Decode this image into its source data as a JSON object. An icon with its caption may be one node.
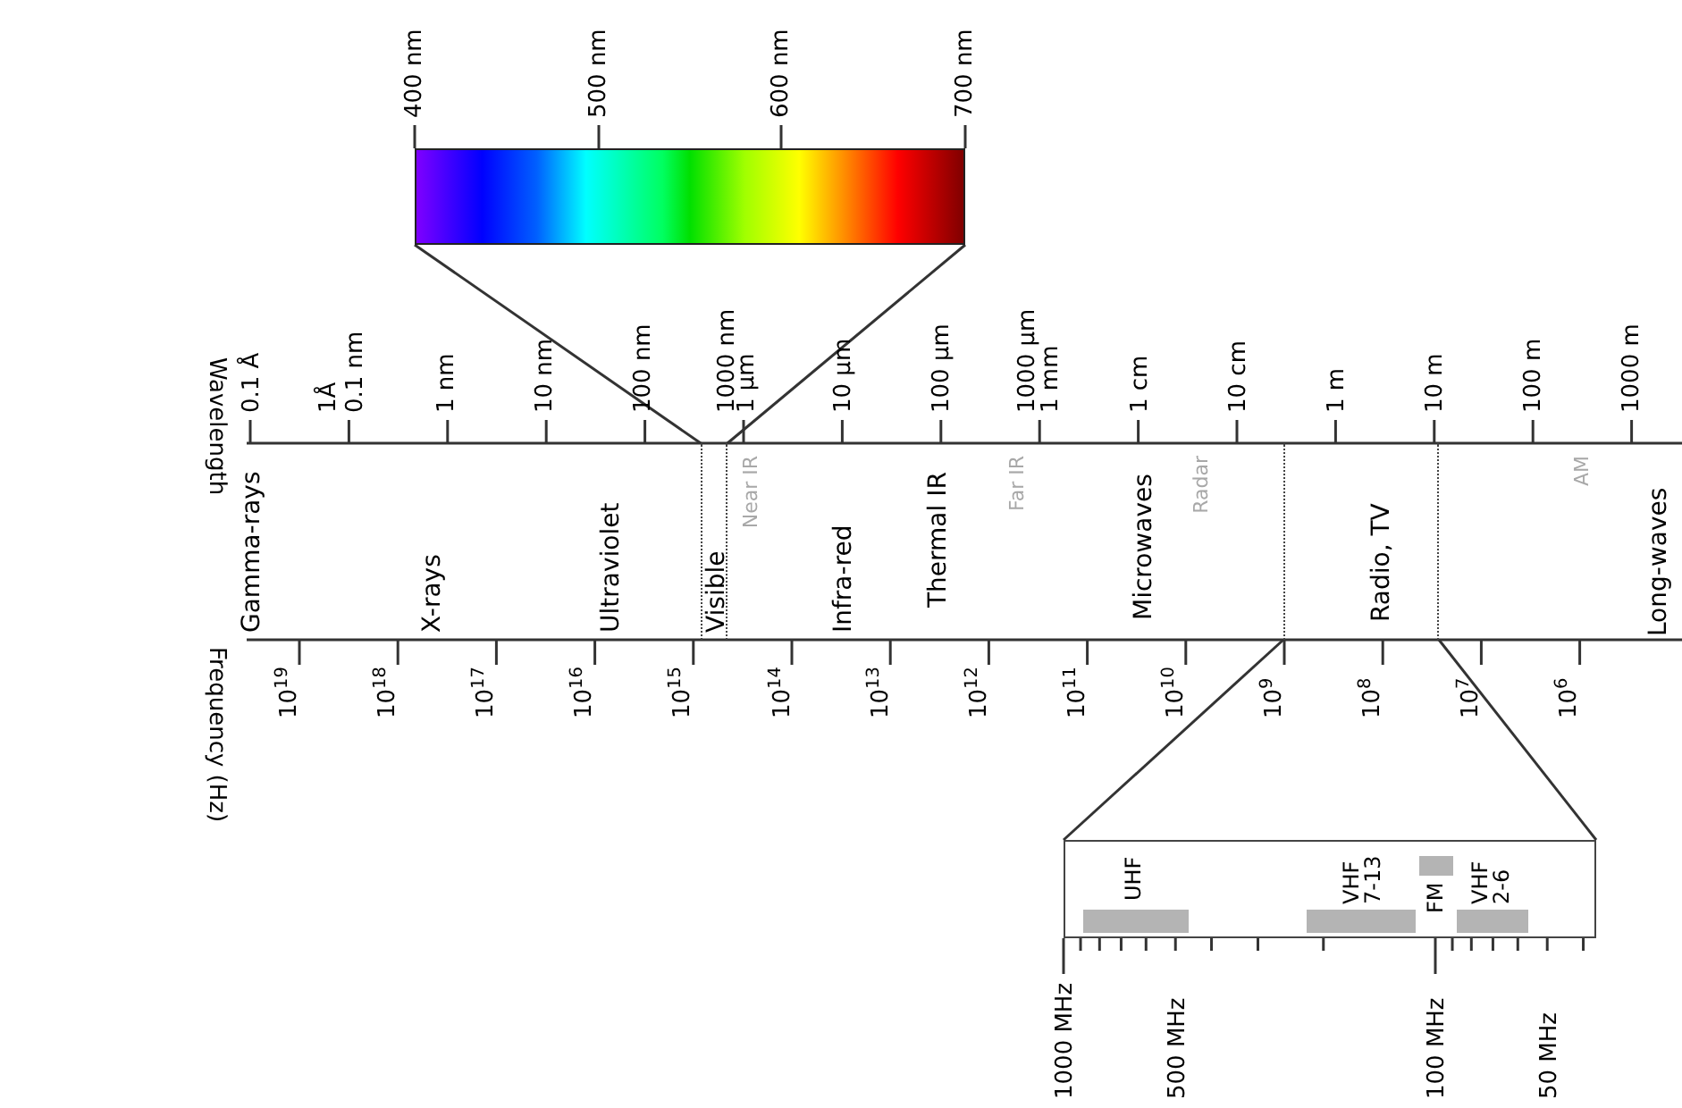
{
  "diagram": {
    "nodes": [
      {
        "text": [],
        "shape": "bar"
      },
      {
        "text": [
          "Visible"
        ]
      },
      {
        "text": [
          "Radio, TV"
        ]
      },
      {
        "text": [
          "UHF",
          "VHF 7-13",
          "FM",
          "VHF 2-6"
        ]
      }
    ],
    "edges": [
      {
        "from": 0,
        "to": 1,
        "arrow": "none"
      },
      {
        "from": 0,
        "to": 1,
        "arrow": "none"
      },
      {
        "from": 2,
        "to": 3,
        "arrow": "none"
      },
      {
        "from": 2,
        "to": 3,
        "arrow": "none"
      }
    ],
    "labels": [
      "400 nm",
      "500 nm",
      "600 nm",
      "700 nm",
      "Wavelength",
      "0.1 Å",
      "1Å",
      "0.1 nm",
      "1 nm",
      "10 nm",
      "100 nm",
      "1000 nm",
      "1 µm",
      "10 µm",
      "100 µm",
      "1000 µm",
      "1 mm",
      "1 cm",
      "10 cm",
      "1 m",
      "10 m",
      "100 m",
      "1000 m",
      "Gamma-rays",
      "X-rays",
      "Ultraviolet",
      "Near IR",
      "Infra-red",
      "Thermal IR",
      "Far IR",
      "Microwaves",
      "Radar",
      "AM",
      "Long-waves",
      "Frequency (Hz)",
      "10$^{19}$",
      "10$^{18}$",
      "10$^{17}$",
      "10$^{16}$",
      "10$^{15}$",
      "10$^{14}$",
      "10$^{13}$",
      "10$^{12}$",
      "10$^{11}$",
      "10$^{10}$",
      "10$^{9}$",
      "10$^{8}$",
      "10$^{7}$",
      "10$^{6}$",
      "1000 MHz",
      "500 MHz",
      "100 MHz",
      "50 MHz"
    ]
  }
}
